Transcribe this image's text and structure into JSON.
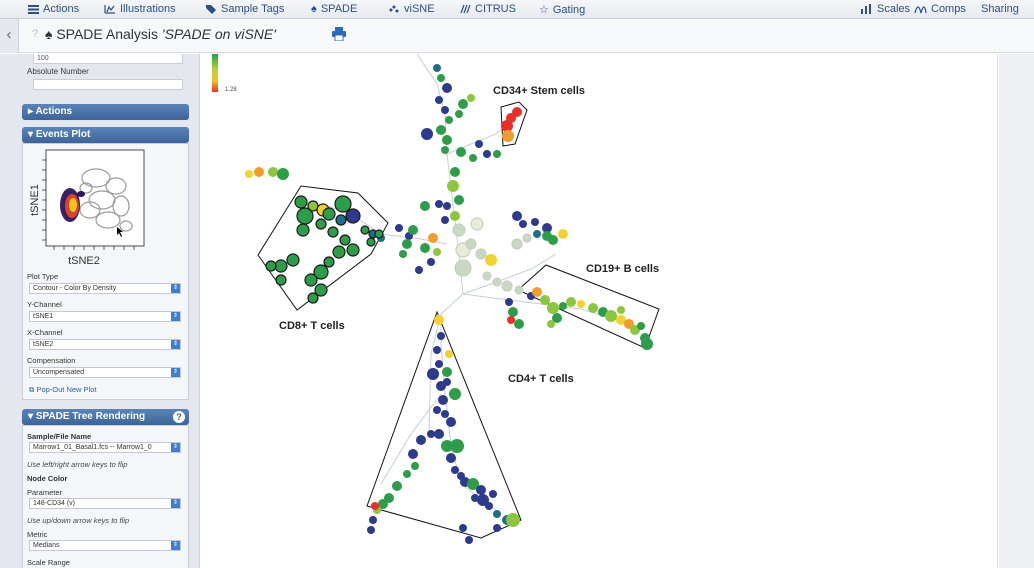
{
  "nav": {
    "actions": "Actions",
    "illustrations": "Illustrations",
    "sample_tags": "Sample Tags",
    "spade": "SPADE",
    "visne": "viSNE",
    "citrus": "CITRUS",
    "gating": "Gating",
    "scales": "Scales",
    "comps": "Comps",
    "sharing": "Sharing"
  },
  "title": {
    "prefix": "SPADE Analysis",
    "name": "'SPADE on viSNE'"
  },
  "sidebar": {
    "top_value": "100",
    "absolute_number_label": "Absolute Number",
    "absolute_number_value": "",
    "actions_header": "Actions",
    "events_plot": {
      "header": "Events Plot",
      "y_axis": "tSNE1",
      "x_axis": "tSNE2",
      "plot_type_label": "Plot Type",
      "plot_type_value": "Contour - Color By Density",
      "y_channel_label": "Y-Channel",
      "y_channel_value": "tSNE1",
      "x_channel_label": "X-Channel",
      "x_channel_value": "tSNE2",
      "compensation_label": "Compensation",
      "compensation_value": "Uncompensated",
      "popout": "Pop-Out New Plot"
    },
    "tree_rendering": {
      "header": "SPADE Tree Rendering",
      "sample_label": "Sample/File Name",
      "sample_value": "Marrow1_01_Basal1.fcs -- Marrow1_0",
      "sample_hint": "Use left/right arrow keys to flip",
      "node_color": "Node Color",
      "parameter_label": "Parameter",
      "parameter_value": "148-CD34 (v)",
      "parameter_hint": "Use up/down arrow keys to flip",
      "metric_label": "Metric",
      "metric_value": "Medians",
      "scale_range_label": "Scale Range"
    }
  },
  "main": {
    "scale_max": "1.28",
    "annotations": {
      "cd34": "CD34+ Stem cells",
      "cd19": "CD19+ B cells",
      "cd8": "CD8+ T cells",
      "cd4": "CD4+ T cells"
    }
  },
  "colors": {
    "nav_blue": "#2c4f86",
    "panel_header": "#4a72a8",
    "node_dark": "#2e3a8c",
    "node_green": "#2e9d4a",
    "node_high": "#e8302a"
  }
}
